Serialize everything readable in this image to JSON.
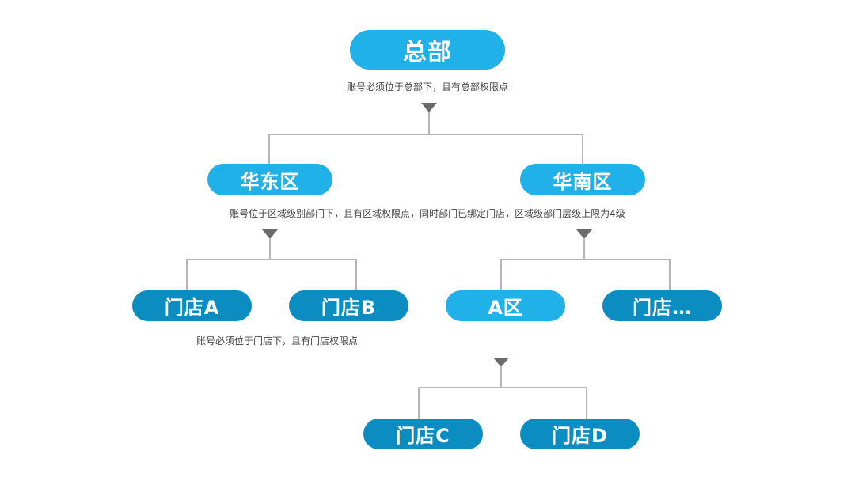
{
  "colors": {
    "node_light": "#1fb1e8",
    "node_dark": "#0b8dc1",
    "connector": "#b5b5b5",
    "marker": "#6b6b6b",
    "caption_text": "#444444"
  },
  "nodes": {
    "root": "总部",
    "east": "华东区",
    "south": "华南区",
    "store_a": "门店A",
    "store_b": "门店B",
    "zone_a": "A区",
    "store_more": "门店…",
    "store_c": "门店C",
    "store_d": "门店D"
  },
  "captions": {
    "root": "账号必须位于总部下，且有总部权限点",
    "region": "账号位于区域级别部门下，且有区域权限点，同时部门已绑定门店，区域级部门层级上限为4级",
    "store": "账号必须位于门店下，且有门店权限点"
  }
}
